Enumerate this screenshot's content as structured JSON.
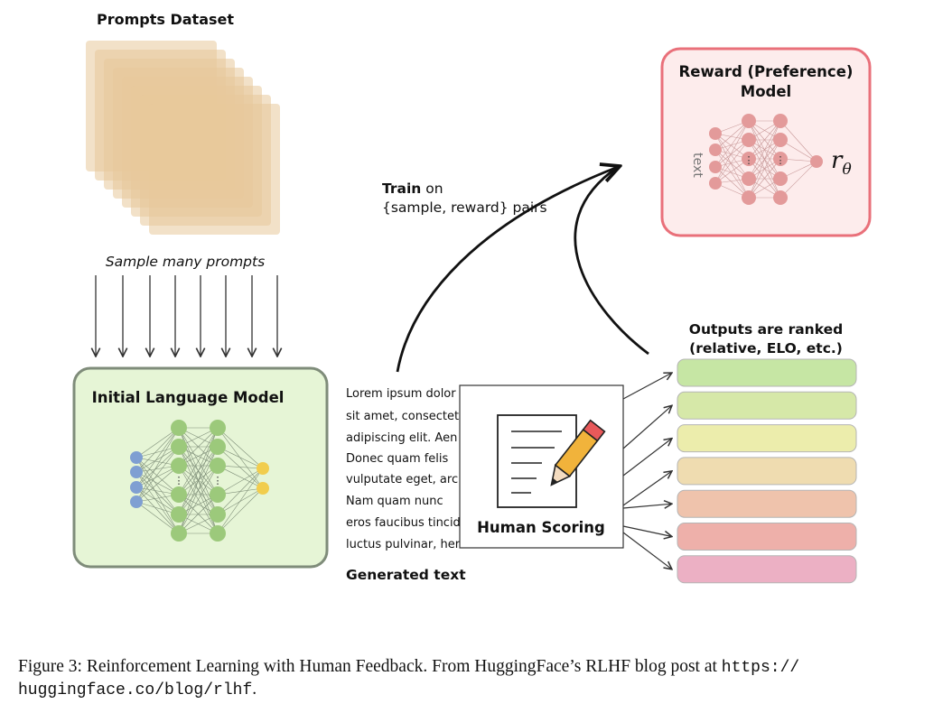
{
  "prompts_dataset": {
    "title": "Prompts Dataset",
    "sample_label": "Sample many prompts"
  },
  "initial_lm": {
    "title": "Initial Language Model"
  },
  "generated_text": {
    "lines": [
      "Lorem ipsum dolor",
      "sit amet, consectet",
      "adipiscing elit. Aen",
      "Donec quam felis",
      "vulputate eget, arc",
      "Nam quam nunc",
      "eros faucibus tincid",
      "luctus pulvinar, her"
    ],
    "label": "Generated text"
  },
  "human_scoring": {
    "label": "Human Scoring"
  },
  "train_label": {
    "bold": "Train",
    "rest": "on",
    "line2": "{sample, reward} pairs"
  },
  "reward_model": {
    "title_line1": "Reward (Preference)",
    "title_line2": "Model",
    "input_label": "text",
    "output_symbol": "r",
    "output_subscript": "θ"
  },
  "outputs": {
    "title_line1": "Outputs are ranked",
    "title_line2": "(relative, ELO, etc.)",
    "bar_colors": [
      "#c6e6a4",
      "#d6e8a8",
      "#ecedac",
      "#efdcb0",
      "#efc3ac",
      "#eeb0aa",
      "#ecb0c4"
    ]
  },
  "caption": {
    "text": "Figure 3: Reinforcement Learning with Human Feedback. From HuggingFace’s RLHF blog post at ",
    "url_part1": "https://",
    "url_part2": "huggingface.co/blog/rlhf",
    "end": "."
  },
  "colors": {
    "prompt_card": "#e7c89a",
    "lm_fill": "#e6f5d6",
    "lm_border": "#7f8c7a",
    "reward_border": "#e9707a",
    "reward_fill": "#fdecec"
  }
}
